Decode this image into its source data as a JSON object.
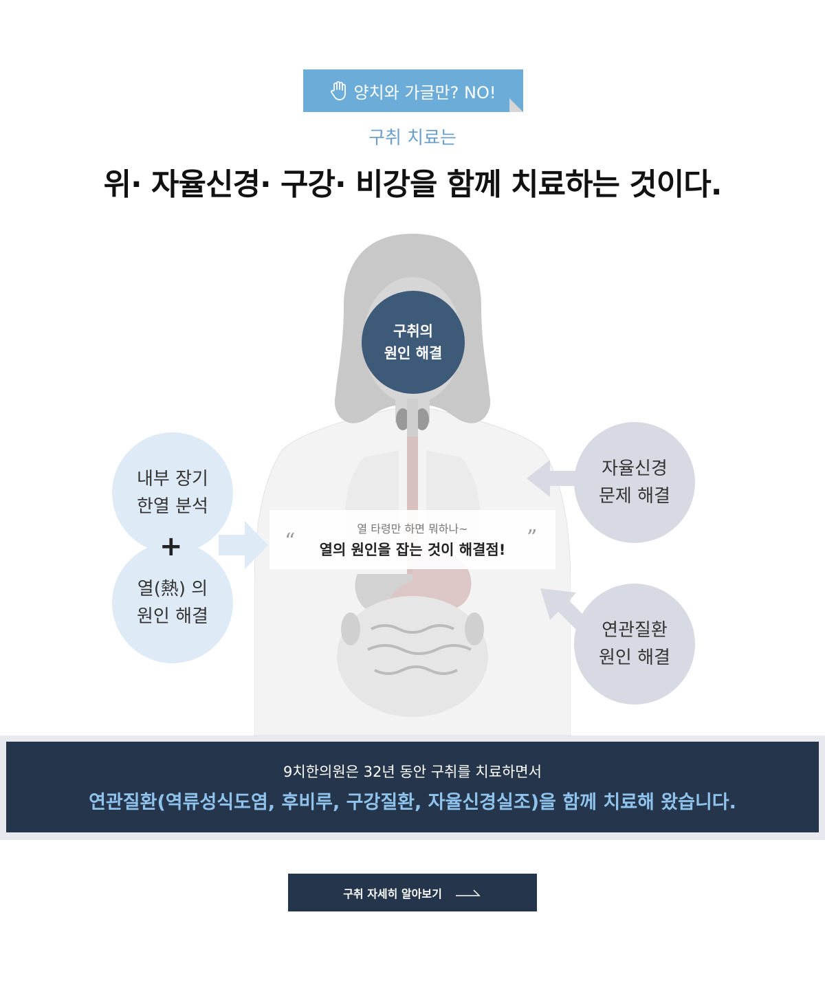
{
  "tag": {
    "text": "양치와 가글만? NO!"
  },
  "header": {
    "subtitle": "구취 치료는",
    "title": "위· 자율신경· 구강· 비강을 함께 치료하는 것이다."
  },
  "circles": {
    "main": {
      "line1": "구취의",
      "line2": "원인 해결"
    },
    "left_top": {
      "line1": "내부 장기",
      "line2": "한열 분석"
    },
    "plus": "+",
    "left_bottom": {
      "line1": "열(熱) 의",
      "line2": "원인 해결"
    },
    "right_top": {
      "line1": "자율신경",
      "line2": "문제 해결"
    },
    "right_bottom": {
      "line1": "연관질환",
      "line2": "원인 해결"
    }
  },
  "quote": {
    "small": "열 타령만 하면 뭐하나~",
    "main": "열의 원인을 잡는 것이 해결점!",
    "open_mark": "“",
    "close_mark": "”"
  },
  "banner": {
    "line1": "9치한의원은 32년 동안 구취를 치료하면서",
    "line2": "연관질환(역류성식도염, 후비루, 구강질환, 자율신경실조)을 함께 치료해 왔습니다."
  },
  "button": {
    "label": "구취 자세히 알아보기"
  },
  "colors": {
    "tag_bg": "#6cacd9",
    "main_circle": "#3d5a78",
    "left_circles": "#deeaf6",
    "right_circles": "#d7dae2",
    "banner_bg": "#25364c",
    "banner_highlight": "#8fc3ec"
  },
  "icons": {
    "tag_icon": "hand-icon",
    "button_icon": "arrow-right-icon"
  }
}
